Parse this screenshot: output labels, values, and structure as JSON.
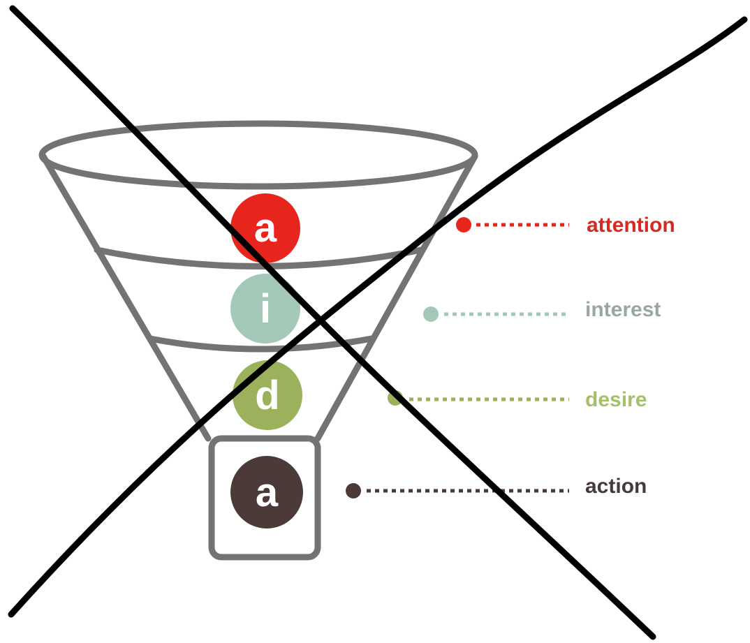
{
  "colors": {
    "outline": "#737373",
    "cross": "#000000",
    "background": "#ffffff"
  },
  "stages": [
    {
      "letter": "a",
      "label": "attention",
      "color": "#e8251d",
      "label_color": "#d42a22"
    },
    {
      "letter": "i",
      "label": "interest",
      "color": "#a3c8b7",
      "label_color": "#98a8a0"
    },
    {
      "letter": "d",
      "label": "desire",
      "color": "#9bb15c",
      "label_color": "#a6c06a"
    },
    {
      "letter": "a",
      "label": "action",
      "color": "#4b3a38",
      "label_color": "#46393a"
    }
  ],
  "overlay": {
    "icon": "cross-out-mark"
  }
}
